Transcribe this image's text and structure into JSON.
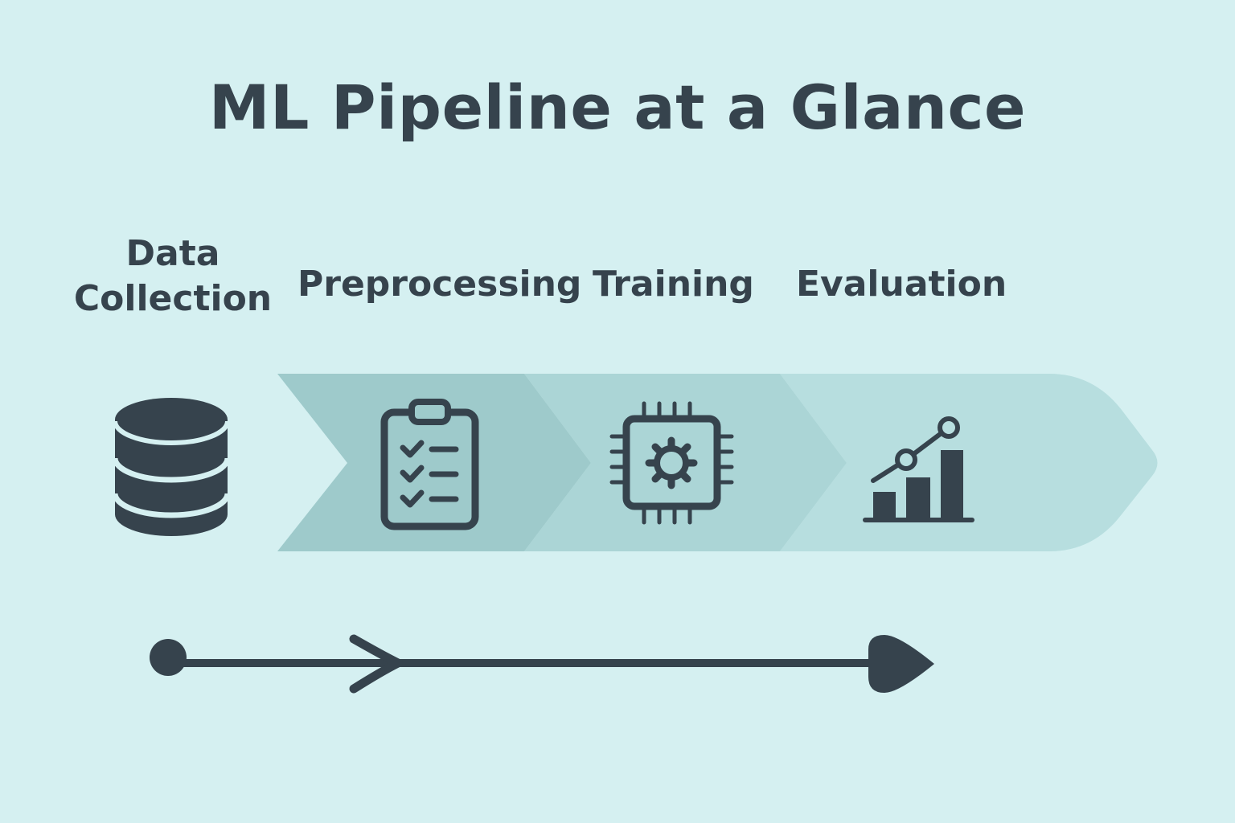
{
  "title": "ML Pipeline at a Glance",
  "stages": [
    {
      "label_lines": [
        "Data",
        "Collection"
      ],
      "icon": "database-icon"
    },
    {
      "label_lines": [
        "Preprocessing"
      ],
      "icon": "clipboard-checklist-icon"
    },
    {
      "label_lines": [
        "Training"
      ],
      "icon": "chip-gear-icon"
    },
    {
      "label_lines": [
        "Evaluation"
      ],
      "icon": "bar-chart-trend-icon"
    }
  ],
  "colors": {
    "background": "#d5f0f1",
    "ink": "#36434d",
    "arrow_segment_1": "#9ecacb",
    "arrow_segment_2": "#abd5d6",
    "arrow_segment_3": "#b7dedf"
  }
}
